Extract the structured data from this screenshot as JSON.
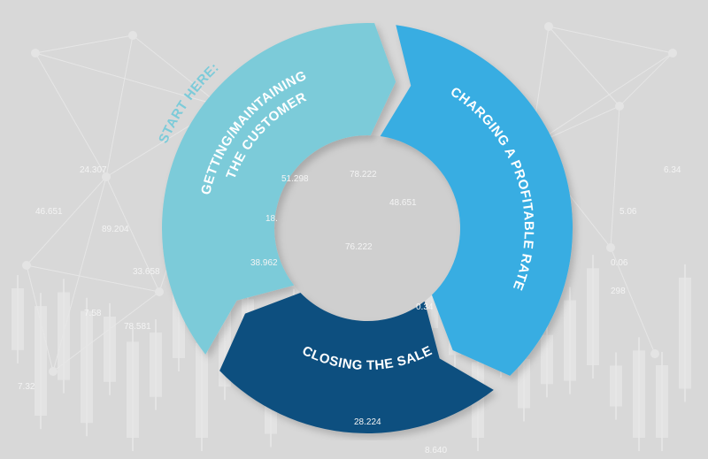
{
  "start_label": "START HERE:",
  "segments": [
    {
      "id": "getting",
      "lines": [
        "GETTING/MAINTAINING",
        "THE CUSTOMER"
      ],
      "color": "#7ccbd9"
    },
    {
      "id": "charging",
      "lines": [
        "CHARGING A PROFITABLE RATE"
      ],
      "color": "#37ade2"
    },
    {
      "id": "closing",
      "lines": [
        "CLOSING THE SALE"
      ],
      "color": "#0e4f7f"
    }
  ],
  "background": {
    "color": "#d8d8d8",
    "numbers": [
      "51.298",
      "78.222",
      "18.",
      "38.962",
      "33.658",
      "76.222",
      "48.651",
      "24.307",
      "46.651",
      "89.204",
      "7.58",
      "78.581",
      "7.32",
      "0.34",
      "28.224",
      "298",
      "6.34",
      "5.06",
      "0.06",
      "8.640"
    ]
  }
}
